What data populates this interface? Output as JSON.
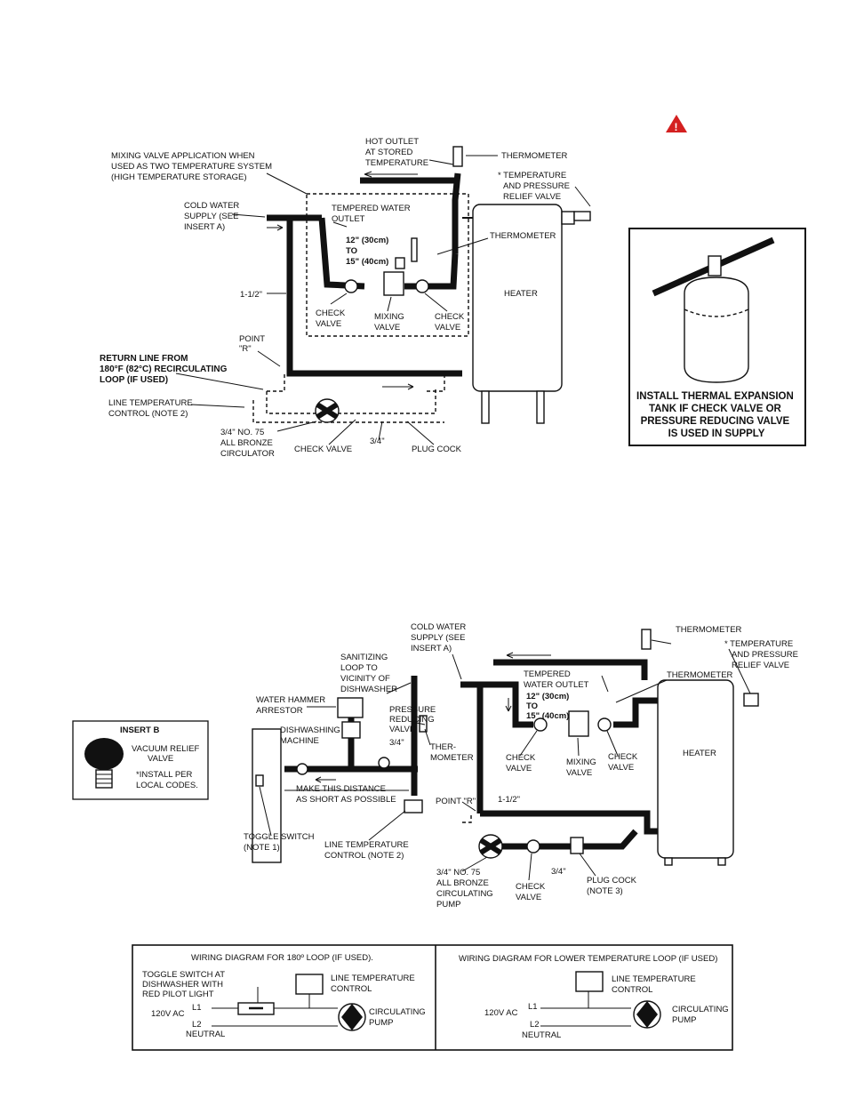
{
  "warning_icon": "warning-triangle-icon",
  "colors": {
    "ink": "#111111",
    "warning": "#d42020",
    "paper": "#ffffff"
  },
  "top_diagram": {
    "mixing_application": [
      "MIXING VALVE APPLICATION WHEN",
      "USED AS TWO TEMPERATURE SYSTEM",
      "(HIGH TEMPERATURE STORAGE)"
    ],
    "hot_outlet": [
      "HOT OUTLET",
      "AT STORED",
      "TEMPERATURE"
    ],
    "thermometer_top": "THERMOMETER",
    "temp_pressure_relief": [
      "* TEMPERATURE",
      "AND PRESSURE",
      "RELIEF VALVE"
    ],
    "cold_water": [
      "COLD WATER",
      "SUPPLY (SEE",
      "INSERT A)"
    ],
    "tempered_outlet": [
      "TEMPERED WATER",
      "OUTLET"
    ],
    "distance": [
      "12\" (30cm)",
      "TO",
      "15\" (40cm)"
    ],
    "thermometer_mid": "THERMOMETER",
    "heater": "HEATER",
    "pipe_size": "1-1/2\"",
    "check_valve_left": [
      "CHECK",
      "VALVE"
    ],
    "mixing_valve": [
      "MIXING",
      "VALVE"
    ],
    "check_valve_right": [
      "CHECK",
      "VALVE"
    ],
    "point_r": [
      "POINT",
      "\"R\""
    ],
    "return_line": [
      "RETURN LINE FROM",
      "180°F (82°C) RECIRCULATING",
      "LOOP (IF USED)"
    ],
    "line_temp_control": [
      "LINE TEMPERATURE",
      "CONTROL (NOTE 2)"
    ],
    "circulator": [
      "3/4\" NO. 75",
      "ALL BRONZE",
      "CIRCULATOR"
    ],
    "check_valve_bottom": "CHECK VALVE",
    "three_quarter": "3/4\"",
    "plug_cock": "PLUG COCK"
  },
  "insert_a": {
    "caption": [
      "INSTALL THERMAL EXPANSION",
      "TANK IF CHECK VALVE OR",
      "PRESSURE REDUCING VALVE",
      "IS USED IN SUPPLY"
    ]
  },
  "bottom_diagram": {
    "cold_water": [
      "COLD WATER",
      "SUPPLY (SEE",
      "INSERT A)"
    ],
    "thermometer_top": "THERMOMETER",
    "temp_pressure_relief": [
      "* TEMPERATURE",
      "AND PRESSURE",
      "RELIEF VALVE"
    ],
    "sanitizing_loop": [
      "SANITIZING",
      "LOOP TO",
      "VICINITY OF",
      "DISHWASHER"
    ],
    "tempered_outlet": [
      "TEMPERED",
      "WATER OUTLET"
    ],
    "distance": [
      "12\" (30cm)",
      "TO",
      "15\" (40cm)"
    ],
    "thermometer_mid": "THERMOMETER",
    "water_hammer": [
      "WATER HAMMER",
      "ARRESTOR"
    ],
    "pressure_reducing": [
      "PRESSURE",
      "REDUCING",
      "VALVE"
    ],
    "dishwashing": [
      "DISHWASHING",
      "MACHINE"
    ],
    "three_quarter_a": "3/4\"",
    "ther_mometer": [
      "THER-",
      "MOMETER"
    ],
    "check_valve_left": [
      "CHECK",
      "VALVE"
    ],
    "mixing_valve": [
      "MIXING",
      "VALVE"
    ],
    "check_valve_right": [
      "CHECK",
      "VALVE"
    ],
    "heater": "HEATER",
    "make_distance": [
      "MAKE THIS DISTANCE",
      "AS SHORT AS POSSIBLE"
    ],
    "point_r": "POINT \"R\"",
    "pipe_size": "1-1/2\"",
    "toggle_switch": [
      "TOGGLE SWITCH",
      "(NOTE 1)"
    ],
    "line_temp_control": [
      "LINE TEMPERATURE",
      "CONTROL (NOTE 2)"
    ],
    "circulating_pump": [
      "3/4\" NO. 75",
      "ALL BRONZE",
      "CIRCULATING",
      "PUMP"
    ],
    "check_valve_bottom": [
      "CHECK",
      "VALVE"
    ],
    "three_quarter_b": "3/4\"",
    "plug_cock": [
      "PLUG COCK",
      "(NOTE 3)"
    ]
  },
  "insert_b": {
    "title": "INSERT B",
    "lines": [
      "VACUUM RELIEF",
      "VALVE",
      "*INSTALL PER",
      "LOCAL CODES."
    ]
  },
  "wiring": {
    "left": {
      "title": "WIRING DIAGRAM FOR 180º LOOP (IF USED).",
      "toggle": [
        "TOGGLE SWITCH AT",
        "DISHWASHER WITH",
        "RED PILOT LIGHT"
      ],
      "line_temp": [
        "LINE TEMPERATURE",
        "CONTROL"
      ],
      "voltage": "120V AC",
      "l1": "L1",
      "l2": "L2",
      "neutral": "NEUTRAL",
      "pump": [
        "CIRCULATING",
        "PUMP"
      ]
    },
    "right": {
      "title": "WIRING DIAGRAM FOR LOWER TEMPERATURE LOOP (IF USED)",
      "line_temp": [
        "LINE TEMPERATURE",
        "CONTROL"
      ],
      "voltage": "120V AC",
      "l1": "L1",
      "l2": "L2",
      "neutral": "NEUTRAL",
      "pump": [
        "CIRCULATING",
        "PUMP"
      ]
    }
  }
}
